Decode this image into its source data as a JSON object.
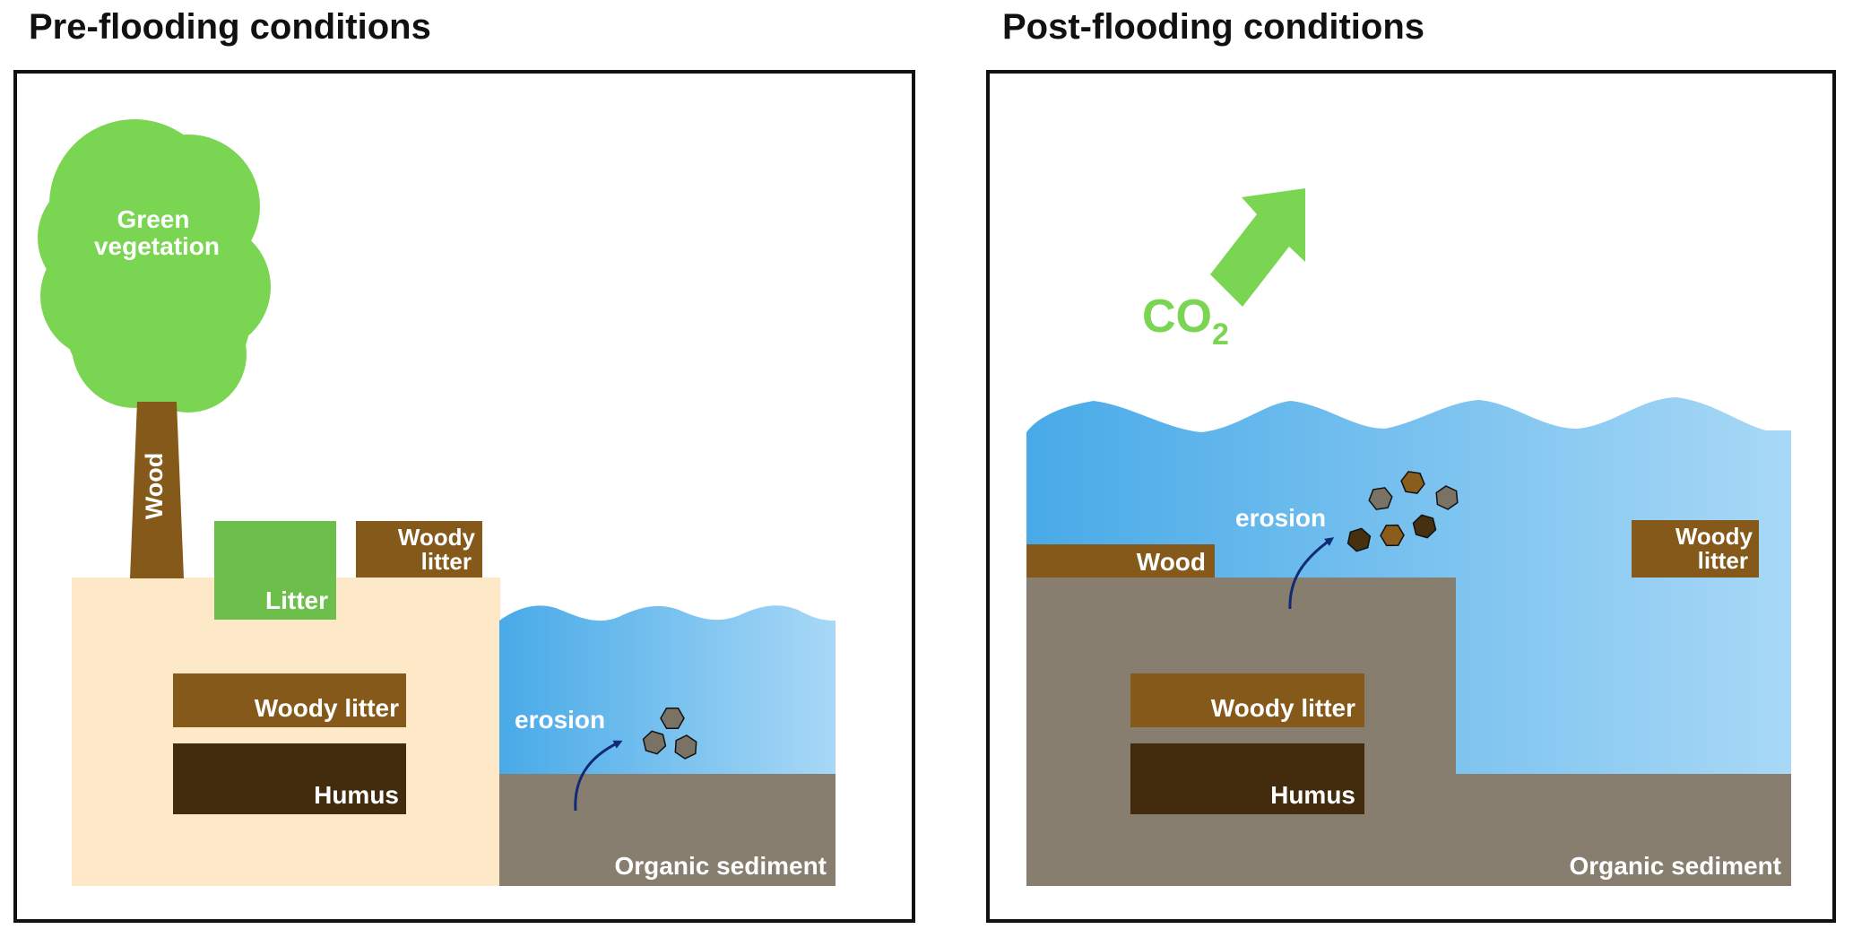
{
  "panels": {
    "pre": {
      "title": "Pre-flooding conditions",
      "labels": {
        "green_vegetation_line1": "Green",
        "green_vegetation_line2": "vegetation",
        "wood": "Wood",
        "litter": "Litter",
        "woody_litter_surface_line1": "Woody",
        "woody_litter_surface_line2": "litter",
        "woody_litter_buried": "Woody litter",
        "humus": "Humus",
        "erosion": "erosion",
        "organic_sediment": "Organic sediment"
      }
    },
    "post": {
      "title": "Post-flooding conditions",
      "labels": {
        "co2_main": "CO",
        "co2_sub": "2",
        "wood": "Wood",
        "erosion": "erosion",
        "woody_litter_floating_line1": "Woody",
        "woody_litter_floating_line2": "litter",
        "woody_litter_buried": "Woody litter",
        "humus": "Humus",
        "organic_sediment": "Organic sediment"
      }
    }
  },
  "colors": {
    "vegetation": "#7ad552",
    "litter": "#6dbf4b",
    "wood": "#84591a",
    "humus": "#432c0e",
    "soil": "#fde8c8",
    "sediment": "#887e6f",
    "water_dark": "#48aae8",
    "water_light": "#a8d8f6",
    "arrow_erosion": "#102a78",
    "co2": "#7ad552",
    "particle_grey": "#7b7266",
    "particle_brown": "#8a5d1c",
    "particle_dark": "#45300f"
  }
}
